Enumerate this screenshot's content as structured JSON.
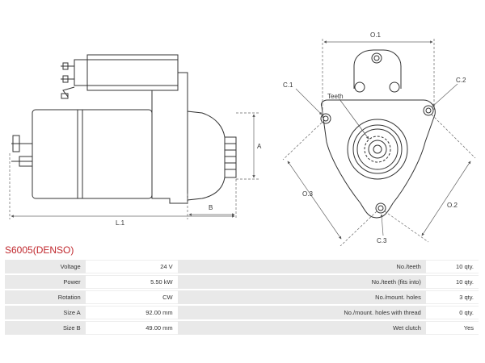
{
  "diagram": {
    "dimension_labels": {
      "a": "A",
      "b": "B",
      "l1": "L.1",
      "o1": "O.1",
      "o2": "O.2",
      "o3": "O.3",
      "c1": "C.1",
      "c2": "C.2",
      "c3": "C.3",
      "teeth": "Teeth"
    }
  },
  "product": {
    "title": "S6005(DENSO)"
  },
  "specs": {
    "rows": [
      {
        "left_label": "Voltage",
        "left_value": "24 V",
        "right_label": "No./teeth",
        "right_value": "10 qty."
      },
      {
        "left_label": "Power",
        "left_value": "5.50 kW",
        "right_label": "No./teeth (fits into)",
        "right_value": "10 qty."
      },
      {
        "left_label": "Rotation",
        "left_value": "CW",
        "right_label": "No./mount. holes",
        "right_value": "3 qty."
      },
      {
        "left_label": "Size A",
        "left_value": "92.00 mm",
        "right_label": "No./mount. holes with thread",
        "right_value": "0 qty."
      },
      {
        "left_label": "Size B",
        "left_value": "49.00 mm",
        "right_label": "Wet clutch",
        "right_value": "Yes"
      }
    ]
  }
}
